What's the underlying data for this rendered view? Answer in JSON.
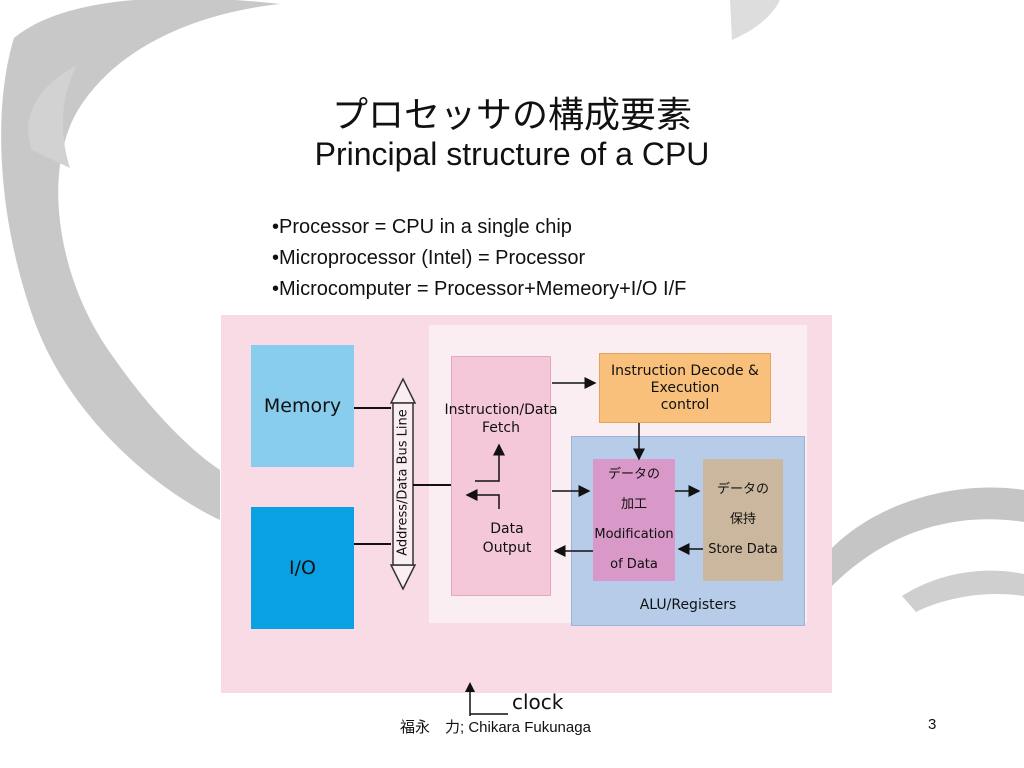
{
  "slide": {
    "title_jp": "プロセッサの構成要素",
    "title_en": "Principal structure of a CPU",
    "bullets": [
      "•Processor = CPU in a single chip",
      "•Microprocessor (Intel) = Processor",
      "•Microcomputer = Processor+Memeory+I/O I/F"
    ],
    "footer": "福永　力; Chikara Fukunaga",
    "page_number": "3"
  },
  "diagram": {
    "memory": "Memory",
    "io": "I/O",
    "bus": "Address/Data Bus Line",
    "fetch": "Instruction/Data\nFetch",
    "data_output": "Data\nOutput",
    "decode": "Instruction Decode &\nExecution\ncontrol",
    "alu": "ALU/Registers",
    "mod_jp1": "データの",
    "mod_jp2": "加工",
    "mod_en1": "Modification",
    "mod_en2": "of Data",
    "store_jp1": "データの",
    "store_jp2": "保持",
    "store_en": "Store Data",
    "clock": "clock"
  },
  "colors": {
    "diagram_bg": "#f8dbe4",
    "memory": "#88ccee",
    "io": "#0aa0e4",
    "fetch": "#f4c7d9",
    "decode": "#f9c07b",
    "alu": "#b7cce9",
    "modification": "#d898c8",
    "store": "#cbb79e"
  }
}
